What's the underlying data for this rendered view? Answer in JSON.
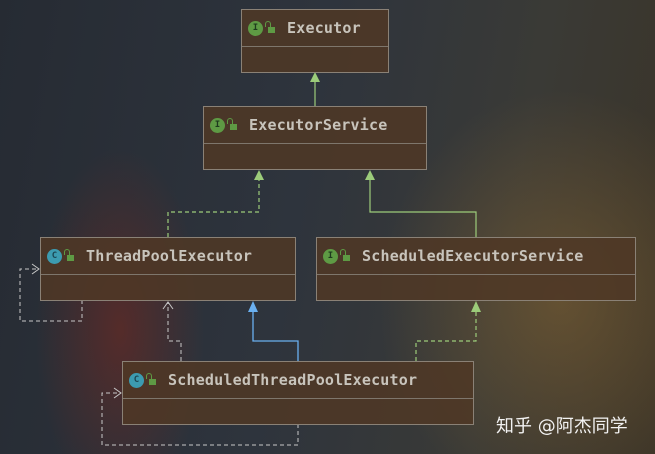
{
  "nodes": [
    {
      "id": "executor",
      "name": "Executor",
      "kind": "interface",
      "badge": "I"
    },
    {
      "id": "executor-service",
      "name": "ExecutorService",
      "kind": "interface",
      "badge": "I"
    },
    {
      "id": "thread-pool-executor",
      "name": "ThreadPoolExecutor",
      "kind": "class",
      "badge": "C"
    },
    {
      "id": "scheduled-executor-service",
      "name": "ScheduledExecutorService",
      "kind": "interface",
      "badge": "I"
    },
    {
      "id": "scheduled-thread-pool-executor",
      "name": "ScheduledThreadPoolExecutor",
      "kind": "class",
      "badge": "C"
    }
  ],
  "edges": [
    {
      "from": "executor-service",
      "to": "executor",
      "type": "extends",
      "style": "solid",
      "color": "#9ccc7a"
    },
    {
      "from": "thread-pool-executor",
      "to": "executor-service",
      "type": "implements",
      "style": "dashed",
      "color": "#9ccc7a"
    },
    {
      "from": "scheduled-executor-service",
      "to": "executor-service",
      "type": "extends",
      "style": "solid",
      "color": "#9ccc7a"
    },
    {
      "from": "thread-pool-executor",
      "to": "thread-pool-executor",
      "type": "dependency",
      "style": "dashed",
      "color": "#c8c8c8"
    },
    {
      "from": "scheduled-thread-pool-executor",
      "to": "thread-pool-executor",
      "type": "dependency",
      "style": "dashed",
      "color": "#c8c8c8"
    },
    {
      "from": "scheduled-thread-pool-executor",
      "to": "thread-pool-executor",
      "type": "extends",
      "style": "solid",
      "color": "#6ab0f0"
    },
    {
      "from": "scheduled-thread-pool-executor",
      "to": "scheduled-executor-service",
      "type": "implements",
      "style": "dashed",
      "color": "#9ccc7a"
    },
    {
      "from": "scheduled-thread-pool-executor",
      "to": "scheduled-thread-pool-executor",
      "type": "dependency",
      "style": "dashed",
      "color": "#c8c8c8"
    }
  ],
  "watermark": "知乎 @阿杰同学"
}
